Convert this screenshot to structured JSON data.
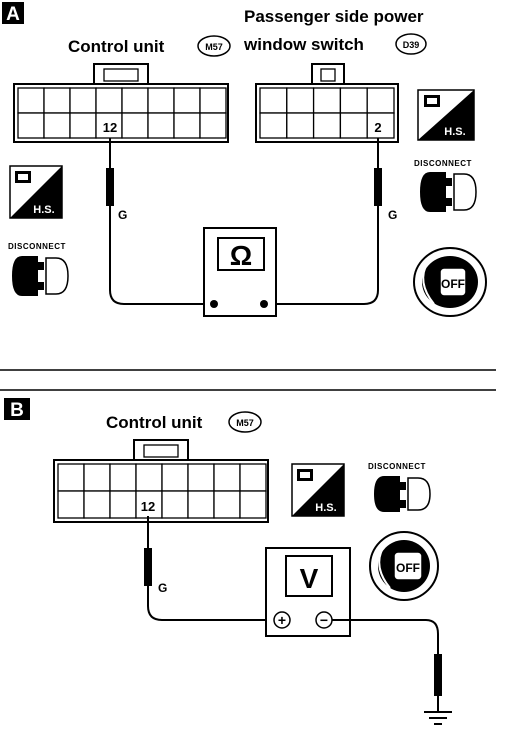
{
  "section_a": {
    "label": "A",
    "control_unit_label": "Control unit",
    "control_unit_connector": "M57",
    "switch_label_line1": "Passenger side power",
    "switch_label_line2": "window switch",
    "switch_connector": "D39",
    "control_unit_pin": "12",
    "switch_pin": "2",
    "wire_color_left": "G",
    "wire_color_right": "G",
    "meter_symbol": "Ω",
    "hs_label": "H.S.",
    "disconnect_label": "DISCONNECT",
    "ignition_label": "OFF"
  },
  "section_b": {
    "label": "B",
    "control_unit_label": "Control unit",
    "control_unit_connector": "M57",
    "control_unit_pin": "12",
    "wire_color": "G",
    "meter_symbol": "V",
    "plus_symbol": "+",
    "minus_symbol": "−",
    "hs_label": "H.S.",
    "disconnect_label": "DISCONNECT",
    "ignition_label": "OFF"
  }
}
